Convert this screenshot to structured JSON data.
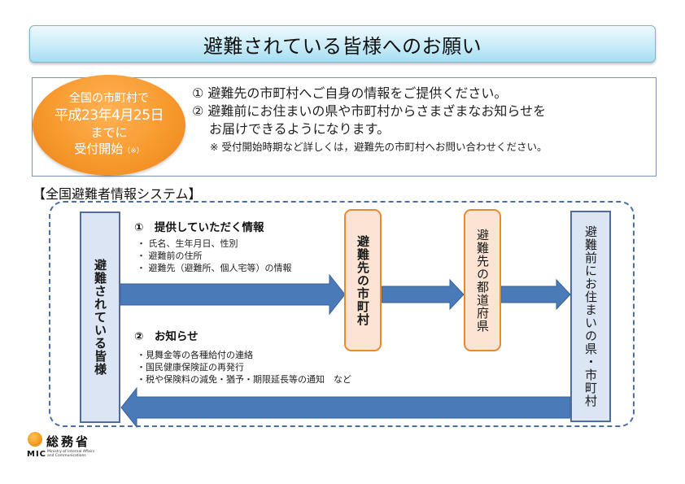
{
  "title": "避難されている皆様へのお願い",
  "badge": {
    "line1": "全国の市町村で",
    "line2": "平成23年4月25日",
    "line3": "までに",
    "line4": "受付開始",
    "line4_note": "（※）",
    "color": "#f79a2e"
  },
  "notice": {
    "item1": "① 避難先の市町村へご自身の情報をご提供ください。",
    "item2_line1": "② 避難前にお住まいの県や市町村からさまざまなお知らせを",
    "item2_line2": "お届けできるようになります。",
    "footnote": "※ 受付開始時期など詳しくは，避難先の市町村へお問い合わせください。"
  },
  "system": {
    "section_title": "【全国避難者情報システム】",
    "boxes": {
      "evacuees": "避難されている皆様",
      "evac_city": "避難先の市町村",
      "evac_pref": "避難先の都道府県",
      "origin": "避難前にお住まいの県・市町村"
    },
    "provide": {
      "heading": "①　提供していただく情報",
      "items": [
        "・ 氏名、生年月日、性別",
        "・ 避難前の住所",
        "・ 避難先（避難所、個人宅等）の情報"
      ]
    },
    "notify": {
      "heading": "②　お知らせ",
      "items": [
        "・見舞金等の各種給付の連絡",
        "・国民健康保険証の再発行",
        "・税や保険料の減免・猶予・期限延長等の通知　など"
      ]
    },
    "colors": {
      "arrow": "#4a7ab8",
      "blue_box_fill": "#dbe5f3",
      "orange_box_fill": "#fbe4d3",
      "orange_border": "#e7892f"
    }
  },
  "logo": {
    "name_jp": "総務省",
    "abbr": "MIC",
    "name_en_line1": "Ministry of Internal Affairs",
    "name_en_line2": "and Communications"
  }
}
